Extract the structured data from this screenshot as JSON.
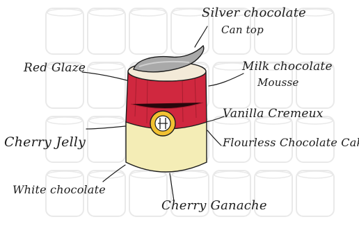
{
  "colors": {
    "ink": "#1c1c1c",
    "red_glaze": "#d0283f",
    "dark_red": "#9e1b2c",
    "white_chocolate": "#f4edb6",
    "silver": "#a9a9a9",
    "mousse": "#f3ead8",
    "gold": "#f1c132",
    "background_can": "#e9e9e9"
  },
  "labels": {
    "silver_chocolate": "Silver chocolate",
    "can_top": "Can top",
    "red_glaze": "Red Glaze",
    "milk_chocolate": "Milk chocolate",
    "mousse": "Mousse",
    "vanilla_cremeux": "Vanilla Cremeux",
    "cherry_jelly": "Cherry Jelly",
    "flourless_cake": "Flourless Chocolate Cake",
    "white_chocolate": "White chocolate",
    "cherry_ganache": "Cherry Ganache"
  }
}
